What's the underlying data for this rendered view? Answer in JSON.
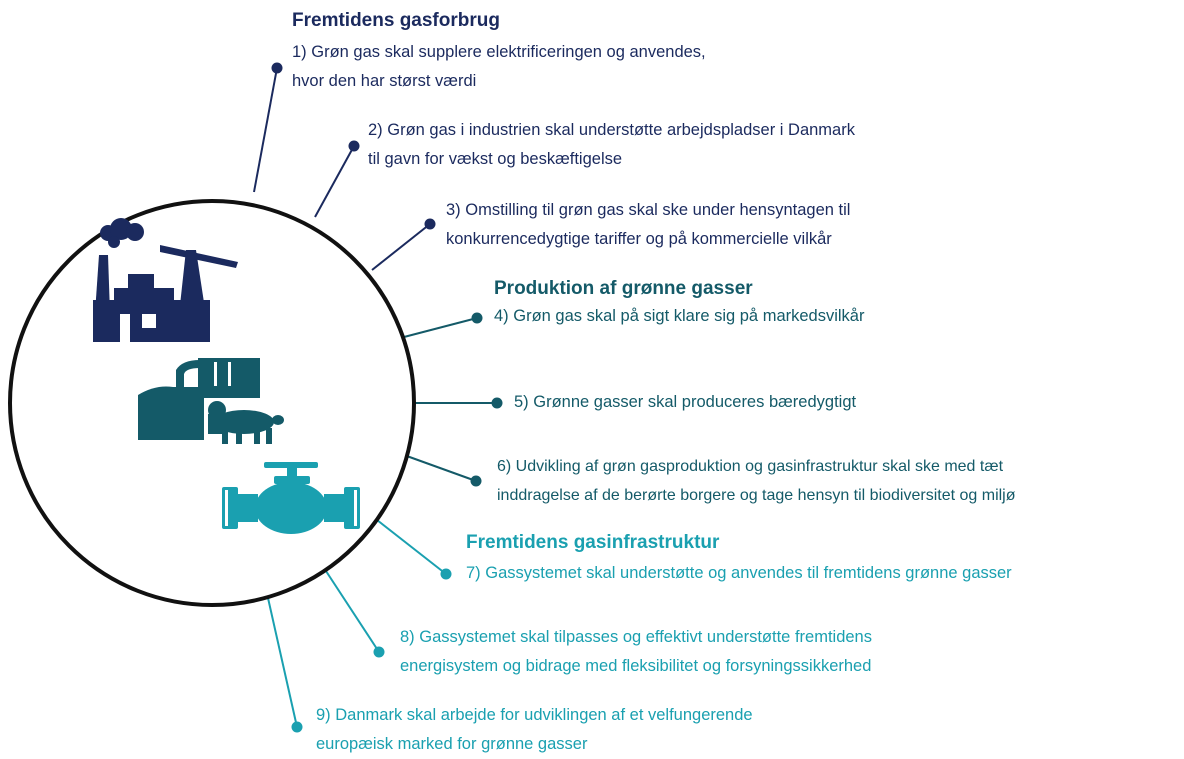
{
  "colors": {
    "navy": "#1b2a5e",
    "teal_dark": "#145a68",
    "teal_light": "#1aa0b0",
    "circle_border": "#111111"
  },
  "icons": {
    "factory": "factory-icon",
    "biogas": "biogas-plant-icon",
    "valve": "pipeline-valve-icon"
  },
  "sections": [
    {
      "heading": "Fremtidens gasforbrug",
      "color": "#1b2a5e",
      "items": [
        {
          "lines": [
            "1)  Grøn gas skal supplere elektrificeringen og anvendes,",
            "hvor den har størst værdi"
          ]
        },
        {
          "lines": [
            "2)  Grøn gas i industrien skal understøtte arbejdspladser i Danmark",
            "til gavn for vækst og beskæftigelse"
          ]
        },
        {
          "lines": [
            "3)  Omstilling til grøn gas skal ske under hensyntagen til",
            "konkurrencedygtige tariffer og på kommercielle vilkår"
          ]
        }
      ]
    },
    {
      "heading": "Produktion af grønne gasser",
      "color": "#145a68",
      "items": [
        {
          "lines": [
            "4)  Grøn gas skal på sigt klare sig på markedsvilkår"
          ]
        },
        {
          "lines": [
            "5)  Grønne gasser skal produceres bæredygtigt"
          ]
        },
        {
          "lines": [
            "6)  Udvikling af grøn gasproduktion og gasinfrastruktur skal ske med tæt",
            "inddragelse af de berørte borgere og tage hensyn til biodiversitet og miljø"
          ]
        }
      ]
    },
    {
      "heading": "Fremtidens gasinfrastruktur",
      "color": "#1aa0b0",
      "items": [
        {
          "lines": [
            "7)  Gassystemet skal understøtte og anvendes til fremtidens grønne gasser"
          ]
        },
        {
          "lines": [
            "8)  Gassystemet skal tilpasses og effektivt understøtte fremtidens",
            "energisystem og bidrage med fleksibilitet og forsyningssikkerhed"
          ]
        },
        {
          "lines": [
            "9)  Danmark skal arbejde for udviklingen af et velfungerende",
            "europæisk marked for grønne gasser"
          ]
        }
      ]
    }
  ]
}
